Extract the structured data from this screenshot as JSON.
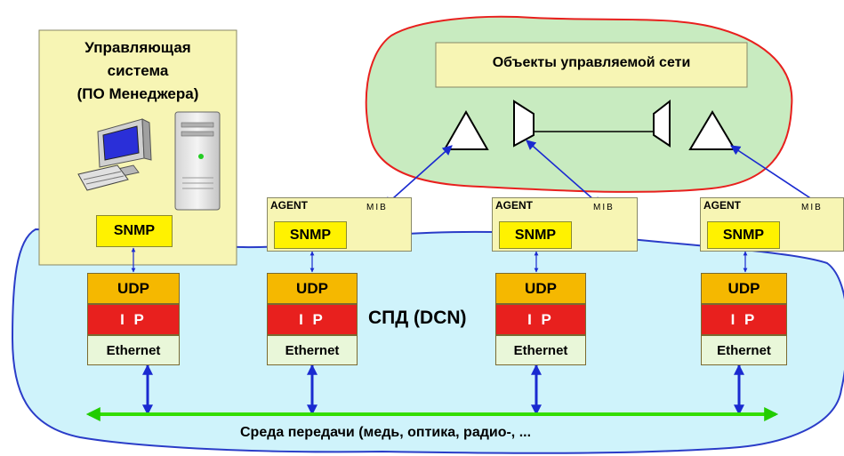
{
  "manager": {
    "title_line1": "Управляющая",
    "title_line2": "система",
    "title_line3": "(ПО Менеджера)",
    "snmp": "SNMP"
  },
  "cloud": {
    "title": "Объекты управляемой сети"
  },
  "network": {
    "label": "СПД (DCN)"
  },
  "medium": {
    "label": "Среда передачи (медь, оптика, радио-, ..."
  },
  "stacks": [
    {
      "udp": "UDP",
      "ip": "I P",
      "eth": "Ethernet"
    },
    {
      "udp": "UDP",
      "ip": "I P",
      "eth": "Ethernet"
    },
    {
      "udp": "UDP",
      "ip": "I P",
      "eth": "Ethernet"
    },
    {
      "udp": "UDP",
      "ip": "I P",
      "eth": "Ethernet"
    }
  ],
  "agents": [
    {
      "label": "AGENT",
      "snmp": "SNMP",
      "mib": "MIB"
    },
    {
      "label": "AGENT",
      "snmp": "SNMP",
      "mib": "MIB"
    },
    {
      "label": "AGENT",
      "snmp": "SNMP",
      "mib": "MIB"
    }
  ],
  "colors": {
    "manager_bg": "#f7f5b4",
    "cloud_fill": "#c8ebc0",
    "cloud_stroke": "#e8201e",
    "network_fill": "#cff3fb",
    "network_stroke": "#2a3cc8",
    "udp": "#f5b800",
    "ip": "#e8201e",
    "ethernet": "#e9f7d9",
    "snmp": "#fff200",
    "medium_line": "#33dd00",
    "arrows": "#1a2ad0"
  }
}
